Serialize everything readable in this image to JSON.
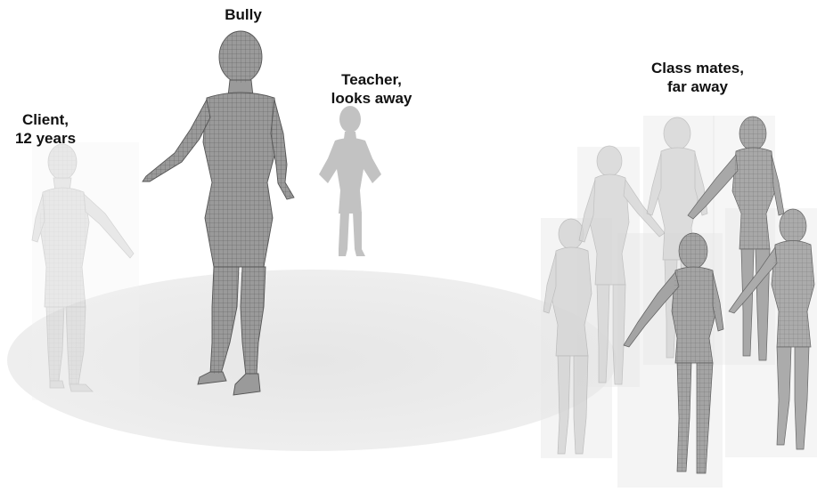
{
  "labels": {
    "bully": "Bully",
    "teacher_line1": "Teacher,",
    "teacher_line2": "looks away",
    "client_line1": "Client,",
    "client_line2": "12 years",
    "classmates_line1": "Class mates,",
    "classmates_line2": "far away"
  },
  "colors": {
    "background": "#ffffff",
    "floor_disc": "#ececec",
    "bully_figure": "#8c8c8c",
    "faded_figure": "#d2d2d2",
    "teacher_silhouette": "#bdbdbd",
    "label_text": "#111111"
  }
}
